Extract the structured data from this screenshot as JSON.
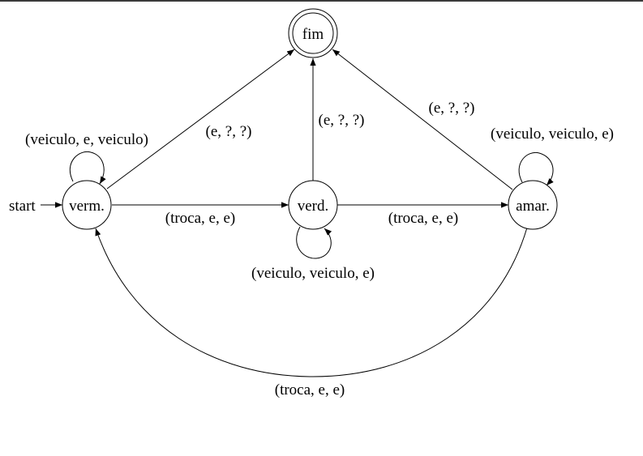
{
  "diagram": {
    "states": {
      "verm": "verm.",
      "verd": "verd.",
      "amar": "amar.",
      "fim": "fim"
    },
    "start_label": "start",
    "accepting_state": "fim",
    "transitions": {
      "verm_self": "(veiculo, e, veiculo)",
      "verm_fim": "(e, ?, ?)",
      "verm_verd": "(troca, e, e)",
      "verd_self": "(veiculo, veiculo, e)",
      "verd_fim": "(e, ?, ?)",
      "verd_amar": "(troca, e, e)",
      "amar_self": "(veiculo, veiculo, e)",
      "amar_fim": "(e, ?, ?)",
      "amar_verm": "(troca, e, e)"
    }
  }
}
